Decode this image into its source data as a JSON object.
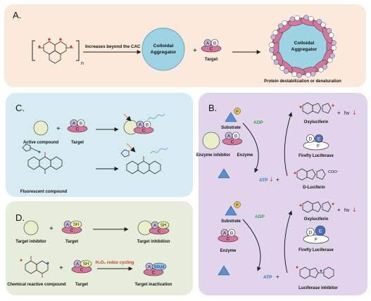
{
  "panels": {
    "a": {
      "letter": "A.",
      "arrow1_label": "Increases beyond the CAC",
      "aggregator": "Colloidal Aggregator",
      "plus": "+",
      "target": "Target",
      "outcome": "Protein destabilization or denaturation",
      "n": "n"
    },
    "b": {
      "letter": "B.",
      "substrate": "Substrate",
      "adp": "ADP",
      "atp": "ATP",
      "oxyluciferin": "Oxyluciferin",
      "hv": "hv",
      "firefly": "Firefly Luciferase",
      "d_luciferin": "D-Luciferin",
      "enzyme_inhibitor": "Enzyme inhibitor",
      "enzyme": "Enzyme",
      "luciferase_inhibitor": "Luciferase inhibitor",
      "coo": "COO⁻",
      "p": "P"
    },
    "c": {
      "letter": "C.",
      "active_compound": "Active compound",
      "target": "Target",
      "fluorescent_compound": "Fluorescent compound"
    },
    "d": {
      "letter": "D.",
      "target_inhibitor": "Target inhibitor",
      "target": "Target",
      "target_inhibition": "Target inhibition",
      "chemical_reactive": "Chemical reactive compound",
      "redox": "H₂O₂ redox cycling",
      "target_inactivation": "Target inactivation",
      "sh": "SH",
      "so3h": "SO₃H"
    }
  },
  "glyphs": {
    "a": "A",
    "b": "B",
    "c": "C",
    "d": "D",
    "e": "E",
    "f": "F"
  },
  "colors": {
    "pink": "#d6769a",
    "lavender": "#c7b4dc",
    "cyan": "#9ed3e3",
    "yellow": "#e9f3a8",
    "green_ring": "#e8efc8",
    "blue_triangle": "#5b8fd0",
    "blue_f": "#4a6fb4",
    "atp_blue": "#2d7ab8",
    "adp_green": "#3aa04a",
    "red": "#d23a2a"
  }
}
